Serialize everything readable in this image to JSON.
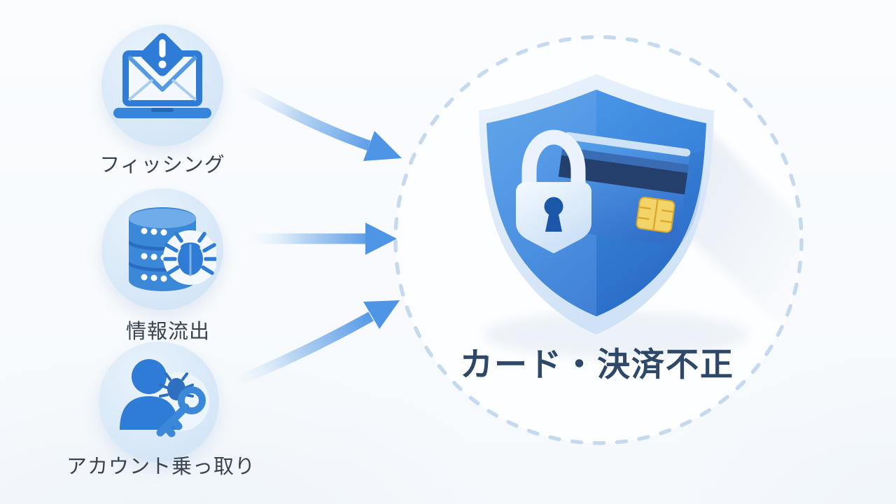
{
  "diagram": {
    "title": "カード・決済不正",
    "threats": [
      {
        "label": "フィッシング",
        "icon": "phishing-laptop-email-warning-icon"
      },
      {
        "label": "情報流出",
        "icon": "database-bug-leak-icon"
      },
      {
        "label": "アカウント乗っ取り",
        "icon": "account-takeover-person-key-bug-icon"
      }
    ],
    "target": {
      "label": "カード・決済不正",
      "icon": "shield-lock-credit-card-icon"
    }
  },
  "colors": {
    "background": "#f7fafc",
    "threat_circle_bg": "#d9e9f8",
    "icon_blue": "#2e7cd6",
    "icon_blue_dark": "#1d69c2",
    "arrow_blue": "#4f95e6",
    "dashed_circle": "#c5daee",
    "shield_outer": "#dcebfa",
    "shield_top": "#54a0ea",
    "shield_bottom": "#2b6ecd",
    "card_stripe_navy": "#253f6d",
    "chip_gold": "#f3d469",
    "lock_body_light": "#e9f2fd",
    "keyhole_blue": "#1b57a8",
    "title_text": "#2e4868",
    "label_text": "#3a4350"
  }
}
